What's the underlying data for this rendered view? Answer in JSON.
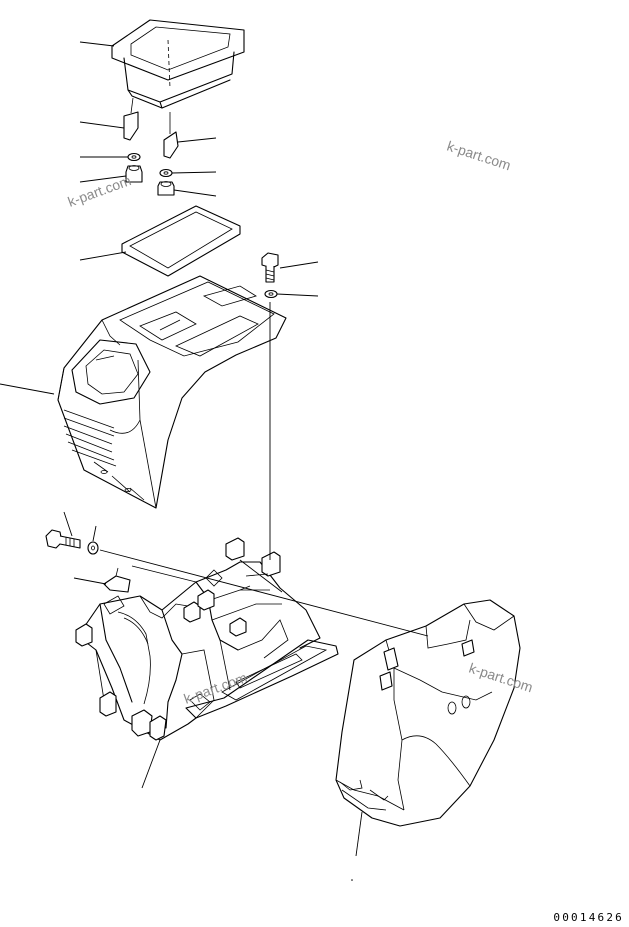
{
  "drawing": {
    "reference_number": "00014626",
    "watermarks": [
      "k-part.com",
      "k-part.com",
      "k-part.com",
      "k-part.com"
    ]
  }
}
